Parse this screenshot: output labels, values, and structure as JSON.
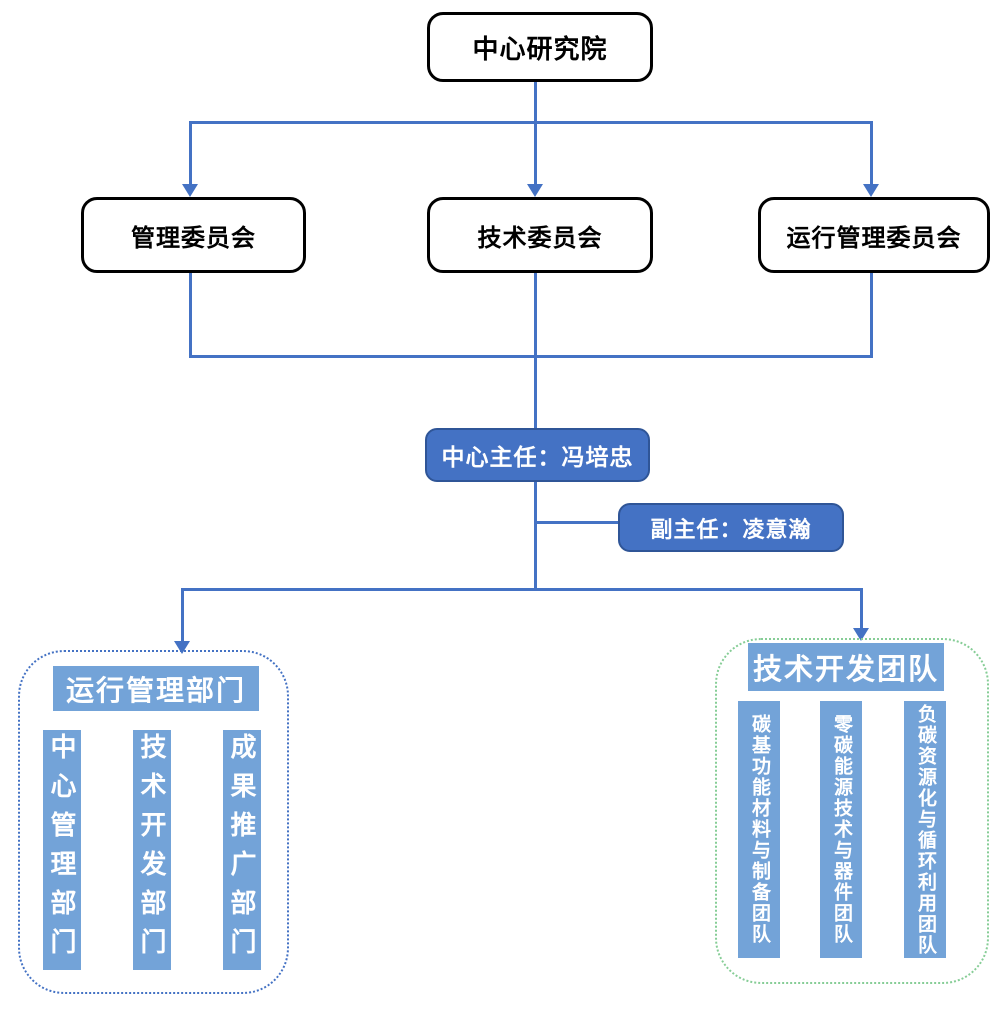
{
  "root": {
    "label": "中心研究院"
  },
  "committees": [
    {
      "label": "管理委员会"
    },
    {
      "label": "技术委员会"
    },
    {
      "label": "运行管理委员会"
    }
  ],
  "leadership": {
    "director": "中心主任：冯培忠",
    "deputy": "副主任：凌意瀚"
  },
  "left_group": {
    "title": "运行管理部门",
    "items": [
      "中心管理部门",
      "技术开发部门",
      "成果推广部门"
    ]
  },
  "right_group": {
    "title": "技术开发团队",
    "items": [
      "碳基功能材料与制备团队",
      "零碳能源技术与器件团队",
      "负碳资源化与循环利用团队"
    ]
  },
  "colors": {
    "connector": "#4472C4",
    "leader_fill": "#4472C4",
    "leader_border": "#2F5597",
    "light_fill": "#73A3D8",
    "left_dash": "#4472C4",
    "right_dash": "#86CD96",
    "node_border": "#000000",
    "node_fill": "#FFFFFF"
  }
}
